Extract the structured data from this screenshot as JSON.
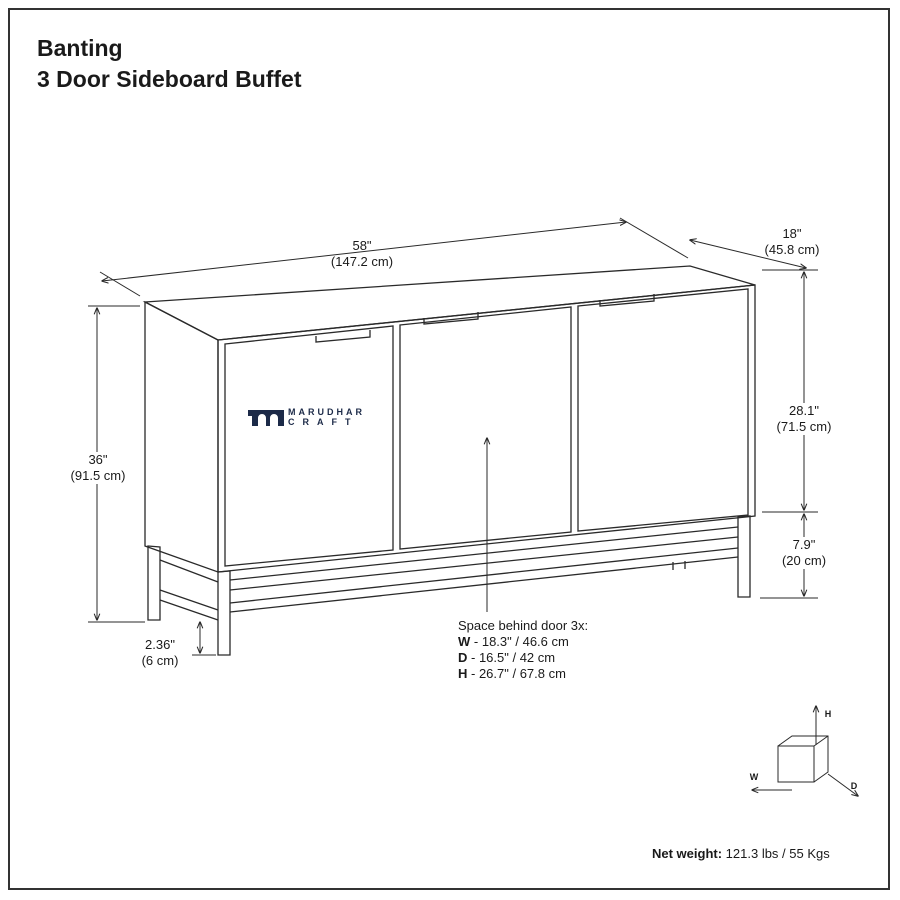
{
  "title": {
    "line1": "Banting",
    "line2": "3 Door Sideboard Buffet"
  },
  "dimensions": {
    "width": {
      "in": "58\"",
      "cm": "(147.2 cm)"
    },
    "depth": {
      "in": "18\"",
      "cm": "(45.8 cm)"
    },
    "height": {
      "in": "36\"",
      "cm": "(91.5 cm)"
    },
    "cabinet_height": {
      "in": "28.1\"",
      "cm": "(71.5 cm)"
    },
    "base_height": {
      "in": "7.9\"",
      "cm": "(20 cm)"
    },
    "leg_clearance": {
      "in": "2.36\"",
      "cm": "(6 cm)"
    }
  },
  "interior": {
    "heading": "Space behind door 3x:",
    "rows": [
      {
        "key": "W",
        "value": " - 18.3\" / 46.6 cm"
      },
      {
        "key": "D",
        "value": " - 16.5\" / 42 cm"
      },
      {
        "key": "H",
        "value": " - 26.7\" / 67.8 cm"
      }
    ]
  },
  "axes_legend": {
    "h": "H",
    "w": "W",
    "d": "D"
  },
  "weight": {
    "label": "Net weight:",
    "value": " 121.3 lbs / 55 Kgs"
  },
  "watermark": {
    "line1": "MARUDHAR",
    "line2": "CRAFT",
    "mark": "mc"
  },
  "colors": {
    "line": "#2a2a2a",
    "logo": "#1c2a48"
  }
}
